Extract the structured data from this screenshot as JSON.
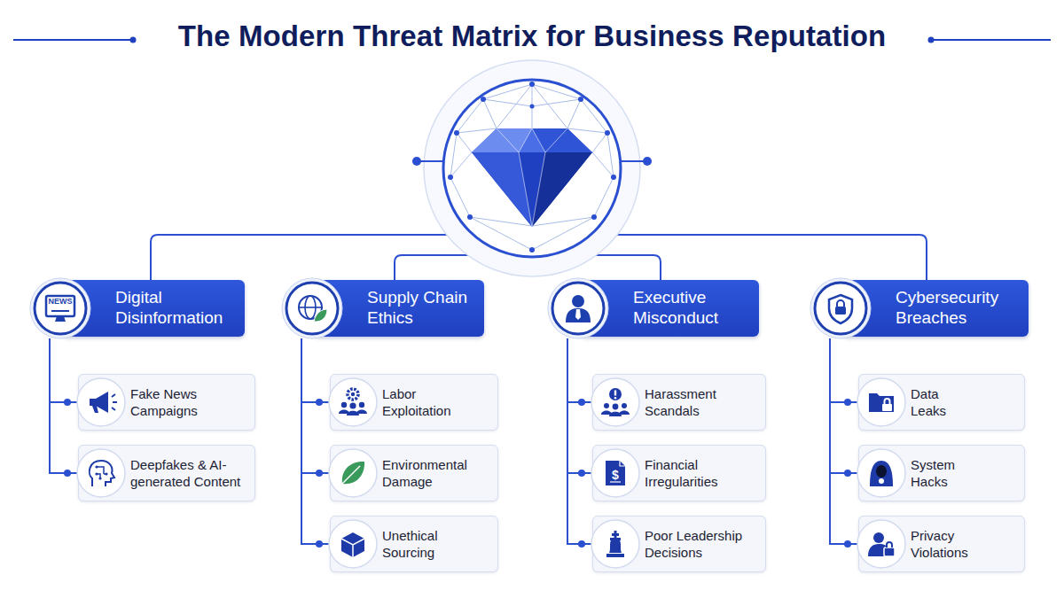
{
  "diagram": {
    "title": "The Modern Threat Matrix for Business Reputation",
    "nodes": [
      {
        "text": [
          "Digital Disinformation"
        ]
      },
      {
        "text": [
          "Fake News Campaigns"
        ]
      },
      {
        "text": [
          "Deepfakes & AI-generated Content"
        ]
      },
      {
        "text": [
          "Supply Chain Ethics"
        ]
      },
      {
        "text": [
          "Labor Exploitation"
        ]
      },
      {
        "text": [
          "Environmental Damage"
        ]
      },
      {
        "text": [
          "Unethical Sourcing"
        ]
      },
      {
        "text": [
          "Executive Misconduct"
        ]
      },
      {
        "text": [
          "Harassment Scandals"
        ]
      },
      {
        "text": [
          "Financial Irregularities"
        ]
      },
      {
        "text": [
          "Poor Leadership Decisions"
        ]
      },
      {
        "text": [
          "Cybersecurity Breaches"
        ]
      },
      {
        "text": [
          "Data Leaks"
        ]
      },
      {
        "text": [
          "System Hacks"
        ]
      },
      {
        "text": [
          "Privacy Violations"
        ]
      }
    ],
    "edges": [
      {
        "from": 0,
        "to": 1,
        "arrow": "none"
      },
      {
        "from": 0,
        "to": 2,
        "arrow": "none"
      },
      {
        "from": 3,
        "to": 4,
        "arrow": "none"
      },
      {
        "from": 3,
        "to": 5,
        "arrow": "none"
      },
      {
        "from": 3,
        "to": 6,
        "arrow": "none"
      },
      {
        "from": 7,
        "to": 8,
        "arrow": "none"
      },
      {
        "from": 7,
        "to": 9,
        "arrow": "none"
      },
      {
        "from": 7,
        "to": 10,
        "arrow": "none"
      },
      {
        "from": 11,
        "to": 12,
        "arrow": "none"
      },
      {
        "from": 11,
        "to": 13,
        "arrow": "none"
      },
      {
        "from": 11,
        "to": 14,
        "arrow": "none"
      }
    ],
    "labels": [
      "NEWS",
      "$"
    ]
  }
}
